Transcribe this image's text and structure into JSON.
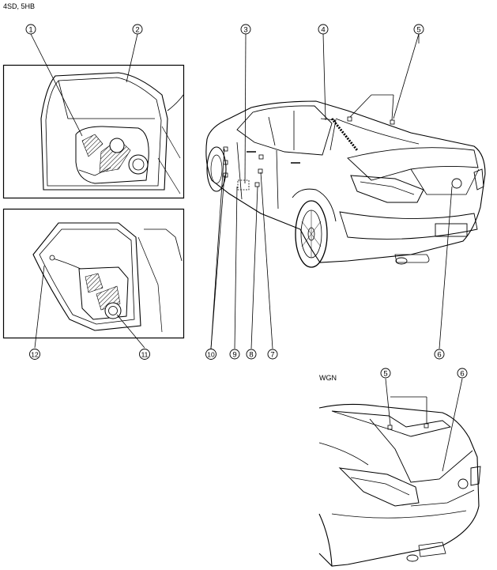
{
  "header": {
    "variant_label": "4SD, 5HB"
  },
  "wagon": {
    "variant_label": "WGN"
  },
  "callouts": {
    "c1": "1",
    "c2": "2",
    "c3": "3",
    "c4": "4",
    "c5": "5",
    "c6": "6",
    "c7": "7",
    "c8": "8",
    "c9": "9",
    "c10": "10",
    "c11": "11",
    "c12": "12",
    "w5": "5",
    "w6": "6"
  }
}
